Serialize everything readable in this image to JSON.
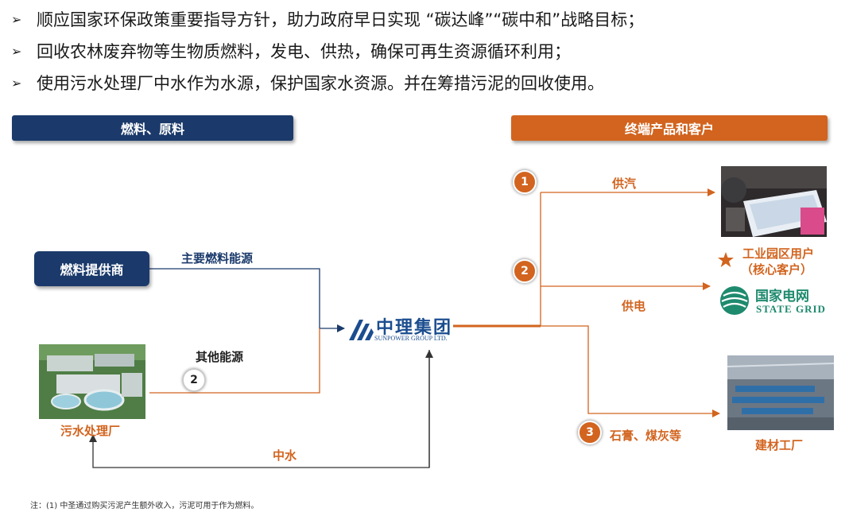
{
  "bullets": [
    "顺应国家环保政策重要指导方针，助力政府早日实现 “碳达峰”“碳中和”战略目标；",
    "回收农林废弃物等生物质燃料，发电、供热，确保可再生资源循环利用；",
    "使用污水处理厂中水作为水源，保护国家水资源。并在筹措污泥的回收使用。"
  ],
  "bullet_marker": "➢",
  "headers": {
    "left": "燃料、原料",
    "right": "终端产品和客户"
  },
  "sources": {
    "supplier": "燃料提供商",
    "main_fuel": "主要燃料能源",
    "other_energy": "其他能源",
    "other_energy_badge": "2",
    "sewage_plant": "污水处理厂",
    "reclaimed_water": "中水"
  },
  "company": {
    "name_cn": "中理集团",
    "name_en": "SUNPOWER GROUP LTD."
  },
  "outputs": {
    "steam": {
      "badge": "1",
      "label": "供汽"
    },
    "power": {
      "badge": "2",
      "label": "供电"
    },
    "gypsum": {
      "badge": "3",
      "label": "石膏、煤灰等"
    }
  },
  "customers": {
    "industrial_park": {
      "line1": "工业园区用户",
      "line2": "（核心客户）"
    },
    "state_grid": {
      "name_cn": "国家电网",
      "name_en": "STATE GRID"
    },
    "building_factory": "建材工厂"
  },
  "note": "注：(1) 中圣通过购买污泥产生额外收入，污泥可用于作为燃料。",
  "colors": {
    "navy": "#1b3a6b",
    "orange": "#d2641f",
    "green": "#1e8a6e"
  },
  "icons": [
    "star-icon",
    "state-grid-logo-icon",
    "sunpower-logo-icon"
  ]
}
